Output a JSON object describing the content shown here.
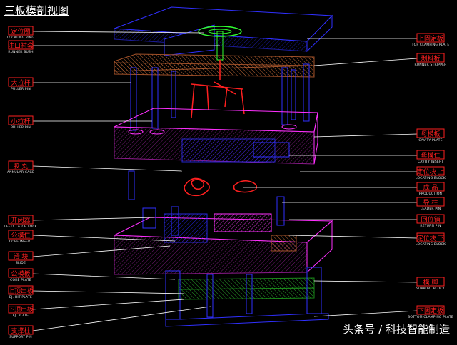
{
  "title": "三板模剖视图",
  "watermark": "头条号 / 科技智能制造",
  "colors": {
    "box_border": "#ff2020",
    "leader": "#ffffff",
    "label_text": "#ff2020",
    "sub_text": "#e8e8e8",
    "mold_blue": "#3030ff",
    "mold_magenta": "#ff30ff",
    "runner_red": "#ff2020",
    "plate_brown": "#a05028",
    "plate_green": "#1a8a1a"
  },
  "left_labels": [
    {
      "zh": "定位圈",
      "en": "LOCATING RING"
    },
    {
      "zh": "注口衬套",
      "en": "RUNNER BUSH"
    },
    {
      "zh": "大拉杆",
      "en": "PULLER PIN"
    },
    {
      "zh": "小拉杆",
      "en": "PULLER PIN"
    },
    {
      "zh": "胶 丸",
      "en": "ANNULAR CAGE"
    },
    {
      "zh": "开闭器",
      "en": "LEFTY LATCH  LOCK"
    },
    {
      "zh": "公模仁",
      "en": "CORE INSERT"
    },
    {
      "zh": "滑 块",
      "en": "SLIDE"
    },
    {
      "zh": "公模板",
      "en": "CORE PLATE"
    },
    {
      "zh": "上顶出板",
      "en": "EJ. HIT PLATE"
    },
    {
      "zh": "下顶出板",
      "en": "EJ. PLATE"
    },
    {
      "zh": "支撑柱",
      "en": "SUPPORT PIN"
    }
  ],
  "right_labels": [
    {
      "zh": "上固定板",
      "en": "TOP CLAMPING PLATE"
    },
    {
      "zh": "剥料板",
      "en": "RUNNER STRIPPER"
    },
    {
      "zh": "母模板",
      "en": "CAVITY PLATE"
    },
    {
      "zh": "母模仁",
      "en": "CAVITY INSERT"
    },
    {
      "zh": "定位块 上",
      "en": "LOCATING BLOCK"
    },
    {
      "zh": "成 品",
      "en": "PRODUCTION"
    },
    {
      "zh": "导 柱",
      "en": "LEADER PIN"
    },
    {
      "zh": "回位销",
      "en": "RETURN PIN"
    },
    {
      "zh": "定位块 下",
      "en": "LOCATING BLOCK"
    },
    {
      "zh": "模 脚",
      "en": "SUPPORT BLOCK"
    },
    {
      "zh": "下固定板",
      "en": "BOTTOM CLAMPING PLATE"
    }
  ]
}
